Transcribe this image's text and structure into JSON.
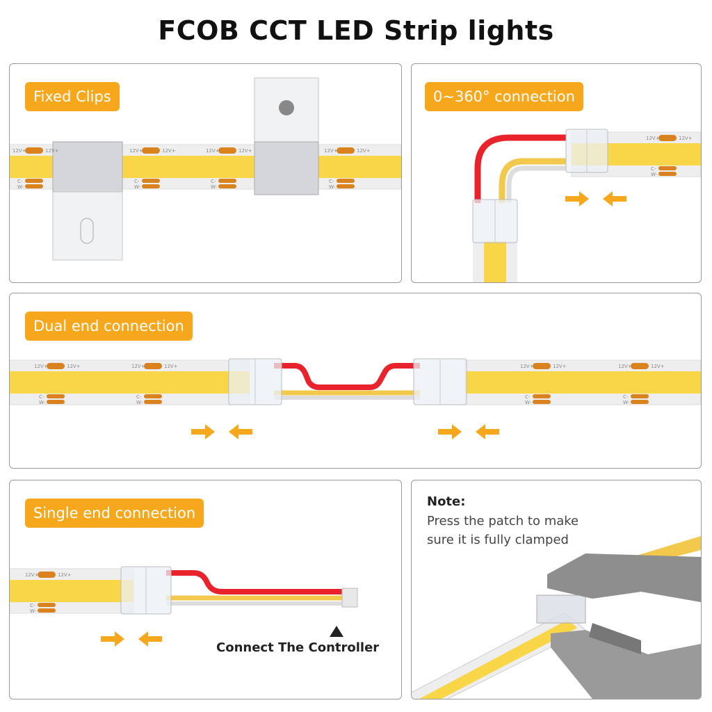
{
  "title": "FCOB CCT LED Strip lights",
  "strip_marks": {
    "v12": "12V+",
    "c": "C-",
    "w": "W-"
  },
  "panels": {
    "fixed_clips": {
      "label": "Fixed Clips"
    },
    "rotation": {
      "label": "0~360° connection"
    },
    "dual_end": {
      "label": "Dual end connection"
    },
    "single_end": {
      "label": "Single end connection",
      "caption": "Connect The Controller"
    },
    "note": {
      "heading": "Note:",
      "line1": "Press the patch to make",
      "line2": "sure it is fully clamped"
    }
  },
  "colors": {
    "accent": "#F7A71B",
    "led": "#F9D548",
    "pad": "#D9821E",
    "wire_red": "#E8232B",
    "wire_yellow": "#F2C94C",
    "clamp": "#8E8E8E"
  }
}
